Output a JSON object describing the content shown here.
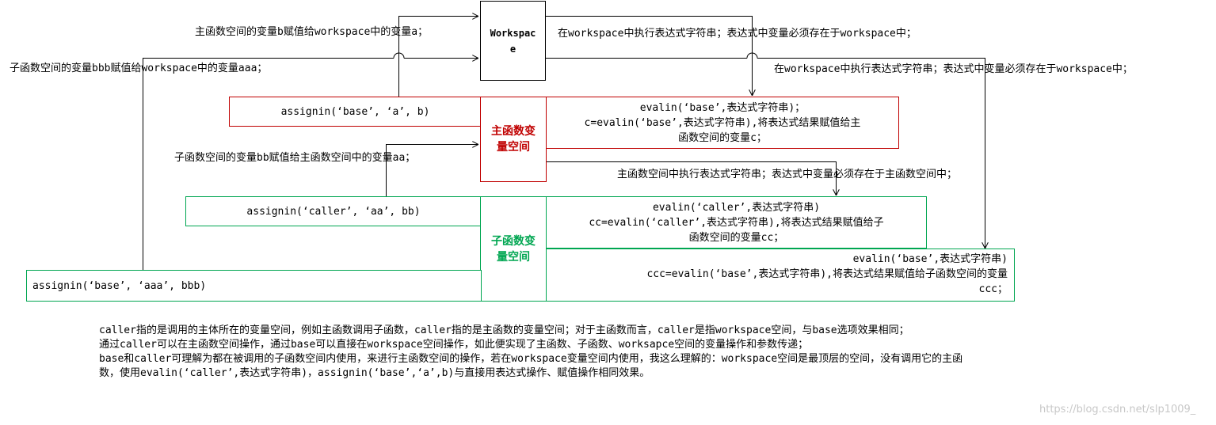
{
  "workspace": {
    "label_line1": "Workspac",
    "label_line2": "e"
  },
  "main_space": {
    "title_line1": "主函数变",
    "title_line2": "量空间"
  },
  "sub_space": {
    "title_line1": "子函数变",
    "title_line2": "量空间"
  },
  "annotations": {
    "b_to_a": "主函数空间的变量b赋值给workspace中的变量a；",
    "bbb_to_aaa": "子函数空间的变量bbb赋值给workspace中的变量aaa；",
    "eval_ws_1": "在workspace中执行表达式字符串；表达式中变量必须存在于workspace中；",
    "eval_ws_2": "在workspace中执行表达式字符串；表达式中变量必须存在于workspace中；",
    "bb_to_aa": "子函数空间的变量bb赋值给主函数空间中的变量aa；",
    "eval_main": "主函数空间中执行表达式字符串；表达式中变量必须存在于主函数空间中；"
  },
  "code": {
    "assignin_base_a_b": "assignin(‘base’, ‘a’, b)",
    "assignin_caller_aa_bb": "assignin(‘caller’, ‘aa’, bb)",
    "assignin_base_aaa_bbb": "assignin(‘base’, ‘aaa’, bbb)",
    "main_eval_line1": "evalin(‘base’,表达式字符串)；",
    "main_eval_line2": "c=evalin(‘base’,表达式字符串),将表达式结果赋值给主",
    "main_eval_line3": "函数空间的变量c；",
    "sub_eval_caller_line1": "evalin(‘caller’,表达式字符串)",
    "sub_eval_caller_line2": "cc=evalin(‘caller’,表达式字符串),将表达式结果赋值给子",
    "sub_eval_caller_line3": "函数空间的变量cc；",
    "sub_eval_base_line1": "evalin(‘base’,表达式字符串)",
    "sub_eval_base_line2": "ccc=evalin(‘base’,表达式字符串),将表达式结果赋值给子函数空间的变量",
    "sub_eval_base_line3": "ccc；"
  },
  "notes": [
    "caller指的是调用的主体所在的变量空间，例如主函数调用子函数，caller指的是主函数的变量空间；对于主函数而言，caller是指workspace空间，与base选项效果相同；",
    "通过caller可以在主函数空间操作，通过base可以直接在workspace空间操作，如此便实现了主函数、子函数、worksapce空间的变量操作和参数传递；",
    "base和caller可理解为都在被调用的子函数空间内使用，来进行主函数空间的操作，若在workspace变量空间内使用，我这么理解的：workspace空间是最顶层的空间，没有调用它的主函数，使用evalin(‘caller’,表达式字符串)，assignin(‘base’,‘a’,b)与直接用表达式操作、赋值操作相同效果。"
  ],
  "watermark": "https://blog.csdn.net/slp1009_",
  "colors": {
    "red": "#c00000",
    "green": "#00a651",
    "line": "#000000"
  }
}
